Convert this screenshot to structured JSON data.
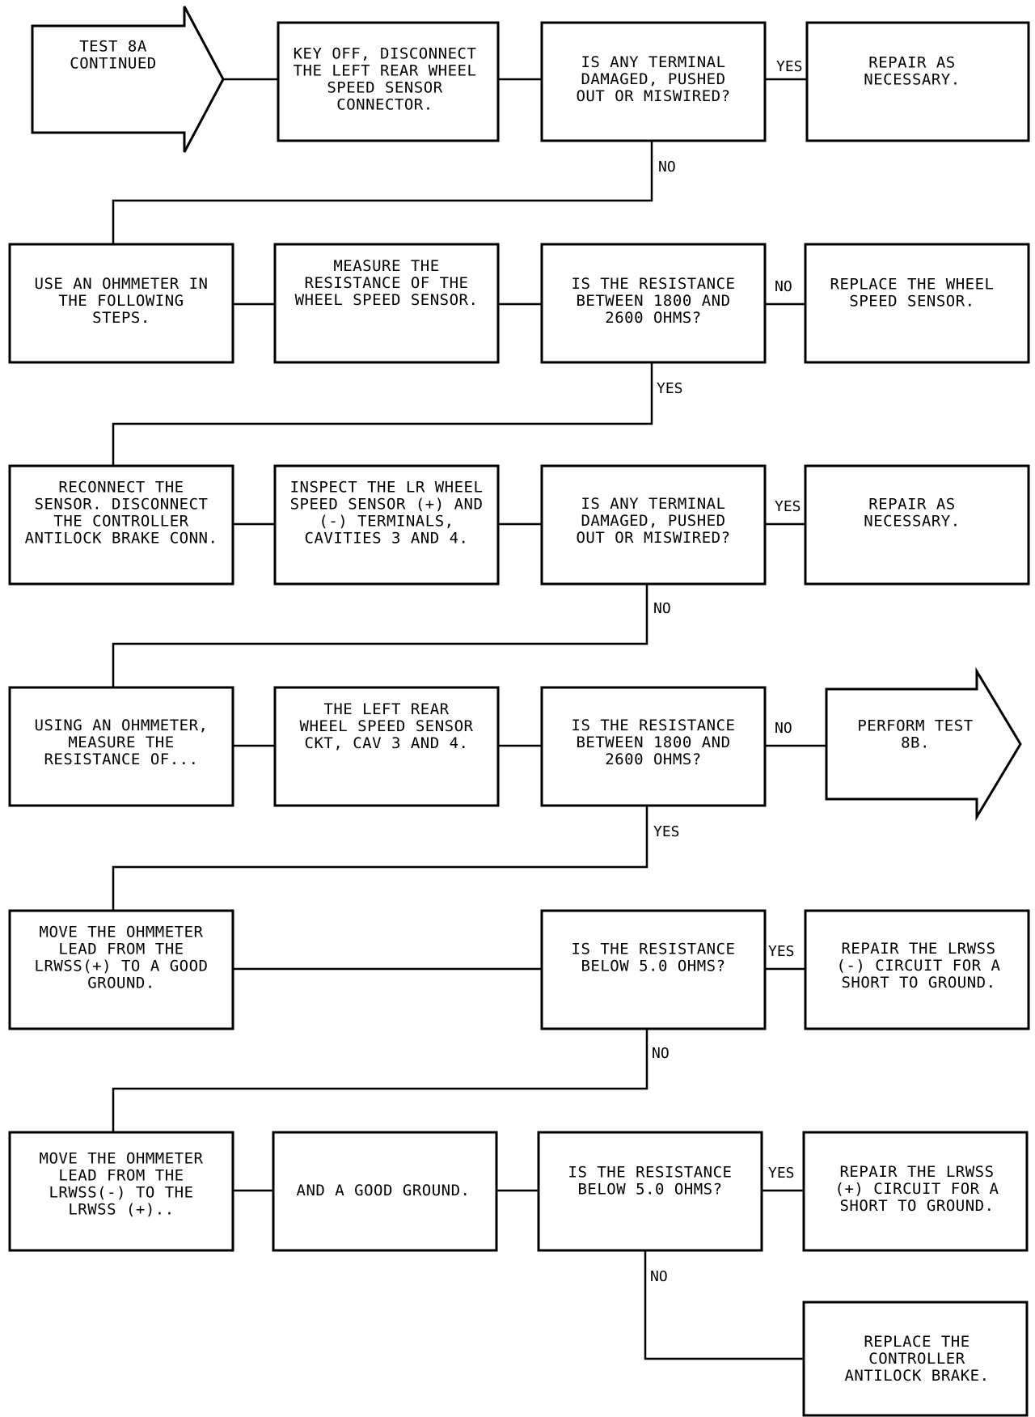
{
  "nodes": {
    "start": [
      "TEST 8A",
      "CONTINUED"
    ],
    "r1b1": [
      "KEY OFF, DISCONNECT",
      "THE LEFT REAR WHEEL",
      "SPEED SENSOR",
      "CONNECTOR."
    ],
    "r1b2": [
      "IS ANY TERMINAL",
      "DAMAGED, PUSHED",
      "OUT OR MISWIRED?"
    ],
    "r1b3": [
      "REPAIR AS",
      "NECESSARY."
    ],
    "r2b0": [
      "USE AN OHMMETER IN",
      "THE FOLLOWING",
      "STEPS."
    ],
    "r2b1": [
      "MEASURE THE",
      "RESISTANCE OF THE",
      "WHEEL SPEED SENSOR."
    ],
    "r2b2": [
      "IS THE RESISTANCE",
      "BETWEEN 1800 AND",
      "2600 OHMS?"
    ],
    "r2b3": [
      "REPLACE THE WHEEL",
      "SPEED SENSOR."
    ],
    "r3b0": [
      "RECONNECT THE",
      "SENSOR. DISCONNECT",
      "THE CONTROLLER",
      "ANTILOCK BRAKE CONN."
    ],
    "r3b1": [
      "INSPECT THE LR WHEEL",
      "SPEED SENSOR (+) AND",
      "(-) TERMINALS,",
      "CAVITIES 3 AND 4."
    ],
    "r3b2": [
      "IS ANY TERMINAL",
      "DAMAGED, PUSHED",
      "OUT OR MISWIRED?"
    ],
    "r3b3": [
      "REPAIR AS",
      "NECESSARY."
    ],
    "r4b0": [
      "USING AN OHMMETER,",
      "MEASURE THE",
      "RESISTANCE OF..."
    ],
    "r4b1": [
      "THE LEFT REAR",
      "WHEEL SPEED SENSOR",
      "CKT, CAV 3 AND 4."
    ],
    "r4b2": [
      "IS THE RESISTANCE",
      "BETWEEN 1800 AND",
      "2600 OHMS?"
    ],
    "r4b3": [
      "PERFORM TEST",
      "8B."
    ],
    "r5b0": [
      "MOVE THE OHMMETER",
      "LEAD FROM THE",
      "LRWSS(+) TO A GOOD",
      "GROUND."
    ],
    "r5b2": [
      "IS THE RESISTANCE",
      "BELOW 5.0 OHMS?"
    ],
    "r5b3": [
      "REPAIR THE LRWSS",
      "(-) CIRCUIT FOR A",
      "SHORT TO GROUND."
    ],
    "r6b0": [
      "MOVE THE OHMMETER",
      "LEAD FROM THE",
      "LRWSS(-) TO THE",
      "LRWSS (+).."
    ],
    "r6b1": [
      "AND A GOOD GROUND."
    ],
    "r6b2": [
      "IS THE RESISTANCE",
      "BELOW 5.0 OHMS?"
    ],
    "r6b3": [
      "REPAIR THE LRWSS",
      "(+) CIRCUIT FOR A",
      "SHORT TO GROUND."
    ],
    "final": [
      "REPLACE THE",
      "CONTROLLER",
      "ANTILOCK BRAKE."
    ]
  },
  "branch_labels": {
    "r1_yes": "YES",
    "r1_no": "NO",
    "r2_no": "NO",
    "r2_yes": "YES",
    "r3_yes": "YES",
    "r3_no": "NO",
    "r4_no": "NO",
    "r4_yes": "YES",
    "r5_yes": "YES",
    "r5_no": "NO",
    "r6_yes": "YES",
    "r6_no": "NO"
  }
}
